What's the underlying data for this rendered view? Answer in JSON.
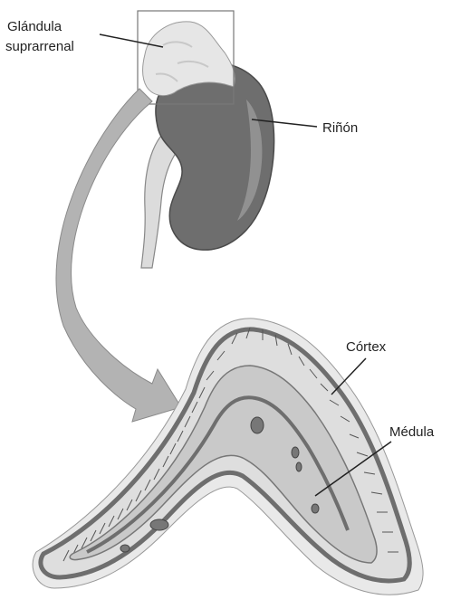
{
  "labels": {
    "adrenal_line1": "Glándula",
    "adrenal_line2": "suprarrenal",
    "kidney": "Riñón",
    "cortex": "Córtex",
    "medulla": "Médula"
  },
  "colors": {
    "kidney_fill": "#6e6e6e",
    "kidney_highlight": "#9a9a9a",
    "adrenal_fill": "#e6e6e6",
    "ureter_fill": "#dcdcdc",
    "arrow_fill": "#b3b3b3",
    "cortex_outer": "#7a7a7a",
    "cortex_band": "#dedede",
    "medulla_fill": "#c9c9c9",
    "capsule_fill": "#e9e9e9"
  }
}
